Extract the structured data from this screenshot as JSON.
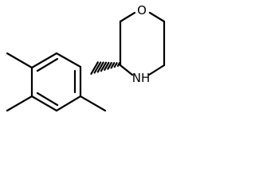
{
  "molecule": {
    "atoms": {
      "oxygen": "O",
      "nitrogen": "NH"
    },
    "stereo_bond": "hashed-wedge",
    "line_color": "#000000",
    "background_color": "#ffffff"
  }
}
